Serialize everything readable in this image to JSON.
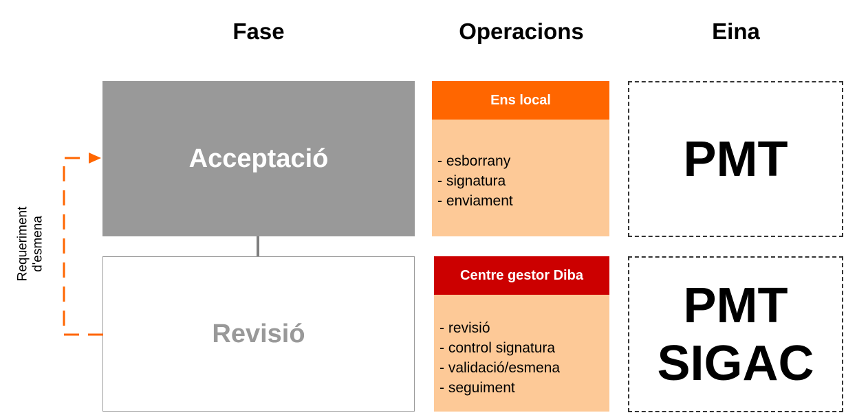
{
  "headers": {
    "phase": "Fase",
    "operations": "Operacions",
    "tool": "Eina"
  },
  "phases": [
    {
      "label": "Acceptació",
      "color": "#999999"
    },
    {
      "label": "Revisió",
      "color": "#999999"
    }
  ],
  "operations": [
    {
      "title": "Ens local",
      "header_color": "#ff6600",
      "items": [
        "- esborrany",
        "- signatura",
        "- enviament"
      ]
    },
    {
      "title": "Centre gestor Diba",
      "header_color": "#cc0000",
      "items": [
        "- revisió",
        "- control signatura",
        "- validació/esmena",
        "- seguiment"
      ]
    }
  ],
  "tools": [
    {
      "lines": [
        "PMT"
      ]
    },
    {
      "lines": [
        "PMT",
        "SIGAC"
      ]
    }
  ],
  "feedback_loop": {
    "lines": [
      "Requeriment",
      "d'esmena"
    ],
    "color": "#ff6600"
  },
  "colors": {
    "operations_body": "#fdc997"
  }
}
